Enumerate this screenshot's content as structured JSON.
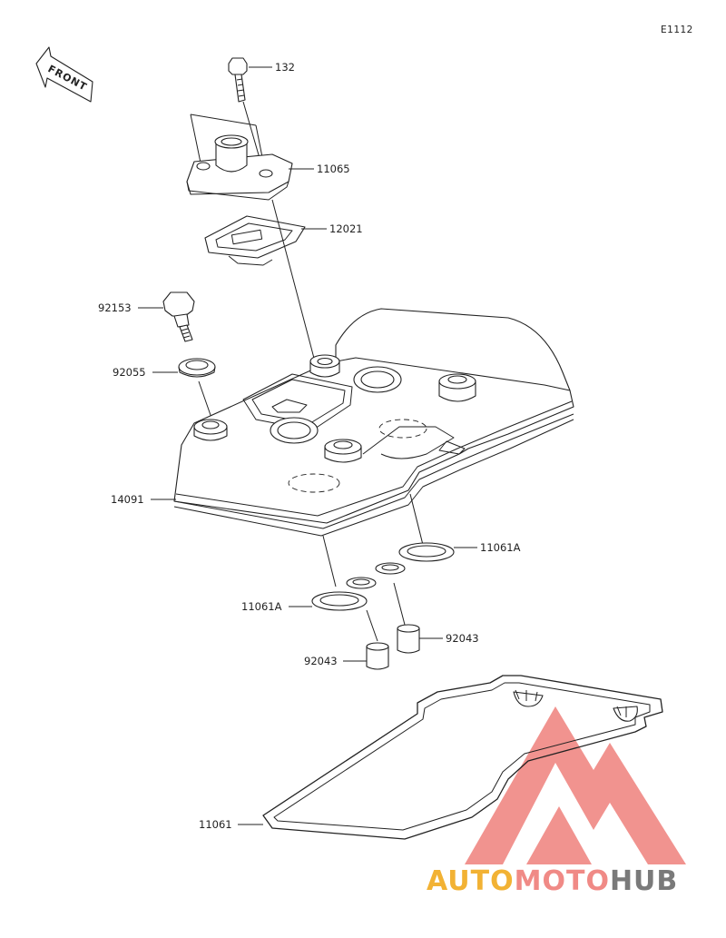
{
  "diagram_code": "E1112",
  "front_label": "FRONT",
  "parts": [
    {
      "id": "132"
    },
    {
      "id": "11065"
    },
    {
      "id": "12021"
    },
    {
      "id": "92153"
    },
    {
      "id": "92055"
    },
    {
      "id": "14091"
    },
    {
      "id": "11061A"
    },
    {
      "id": "11061A"
    },
    {
      "id": "92043"
    },
    {
      "id": "92043"
    },
    {
      "id": "11061"
    }
  ],
  "watermark": {
    "part1": "AUTO",
    "part2": "MOTO",
    "part3": "HUB",
    "colors": {
      "auto": "#f2b234",
      "moto": "#f08a86",
      "hub": "#7a7a7a"
    }
  }
}
